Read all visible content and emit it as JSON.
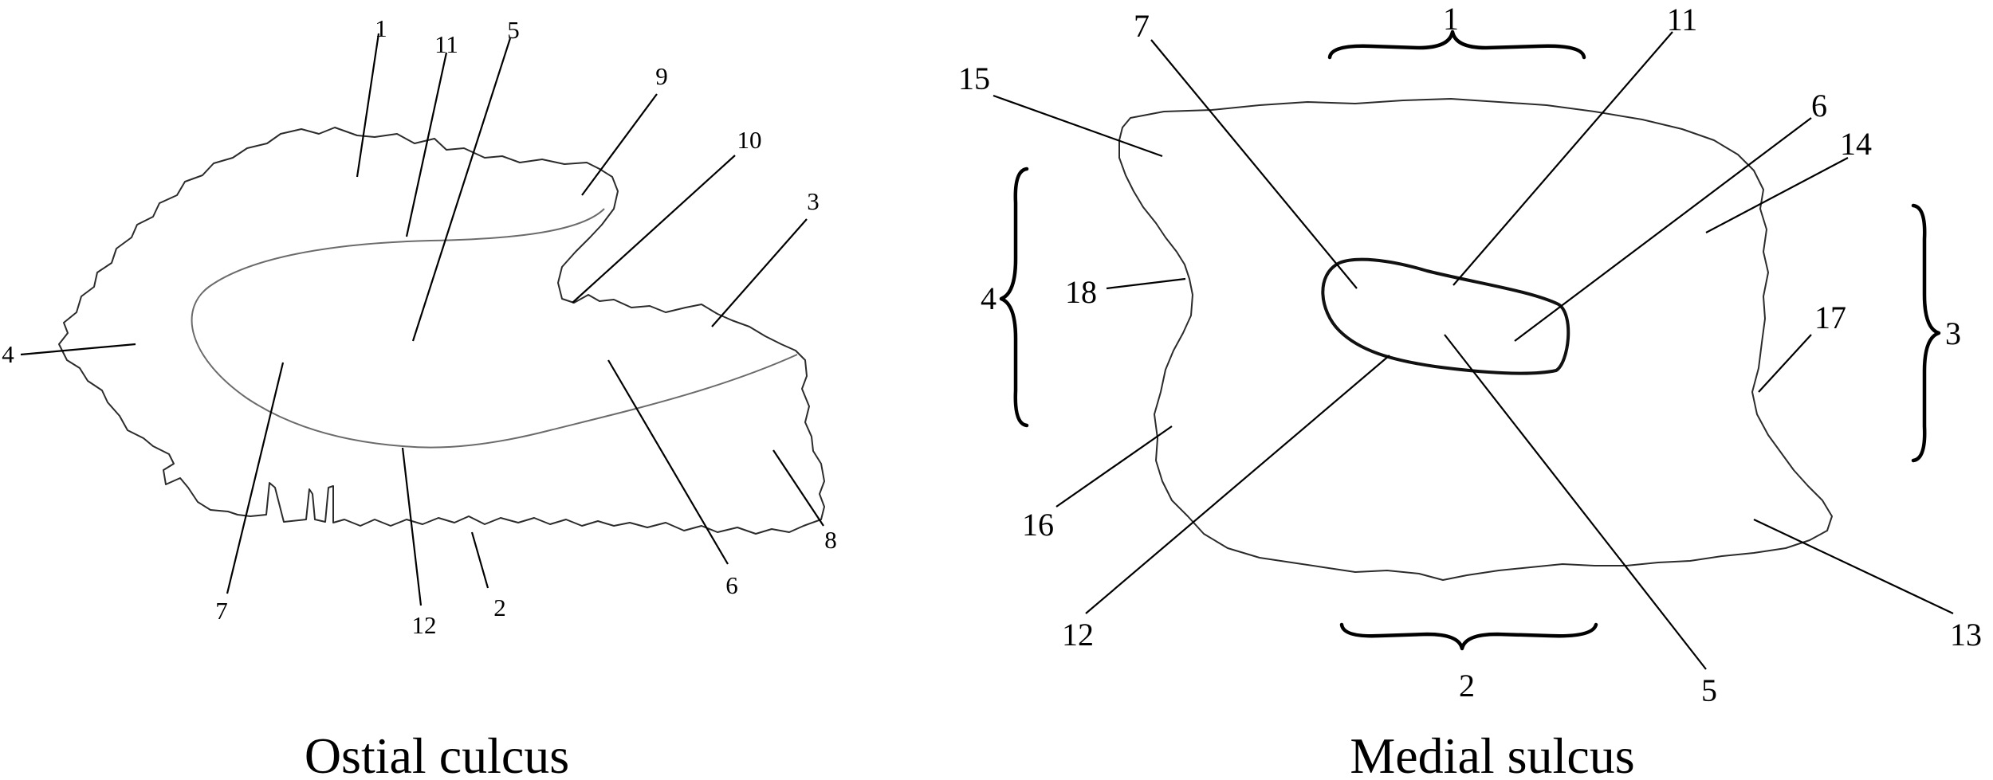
{
  "captions": {
    "ostial": "Ostial culcus",
    "medial": "Medial sulcus"
  },
  "ostial_labels": {
    "n1": "1",
    "n2": "2",
    "n3": "3",
    "n4": "4",
    "n5": "5",
    "n6": "6",
    "n7": "7",
    "n8": "8",
    "n9": "9",
    "n10": "10",
    "n11": "11",
    "n12": "12"
  },
  "medial_labels": {
    "n1": "1",
    "n2": "2",
    "n3": "3",
    "n4": "4",
    "n5": "5",
    "n6": "6",
    "n7": "7",
    "n11": "11",
    "n12": "12",
    "n13": "13",
    "n14": "14",
    "n15": "15",
    "n16": "16",
    "n17": "17",
    "n18": "18"
  }
}
